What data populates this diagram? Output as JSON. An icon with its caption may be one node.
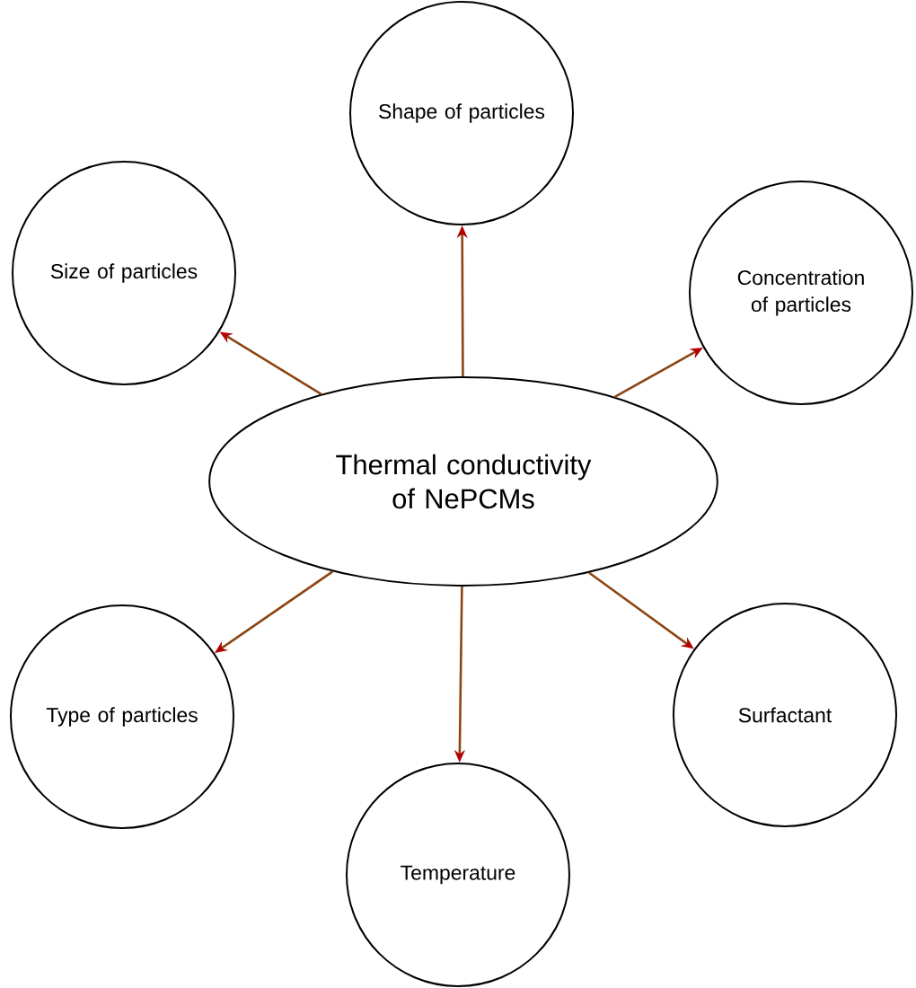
{
  "diagram": {
    "nodes": [
      {
        "text": [
          "Thermal conductivity of NePCMs"
        ]
      },
      {
        "text": [
          "Shape of particles"
        ]
      },
      {
        "text": [
          "Size of particles"
        ]
      },
      {
        "text": [
          "Concentration of particles"
        ]
      },
      {
        "text": [
          "Type of particles"
        ]
      },
      {
        "text": [
          "Surfactant"
        ]
      },
      {
        "text": [
          "Temperature"
        ]
      }
    ],
    "edges": [
      {
        "from": 0,
        "to": 1,
        "arrow": "to"
      },
      {
        "from": 0,
        "to": 2,
        "arrow": "to"
      },
      {
        "from": 0,
        "to": 3,
        "arrow": "to"
      },
      {
        "from": 0,
        "to": 4,
        "arrow": "to"
      },
      {
        "from": 0,
        "to": 5,
        "arrow": "to"
      },
      {
        "from": 0,
        "to": 6,
        "arrow": "to"
      }
    ]
  }
}
